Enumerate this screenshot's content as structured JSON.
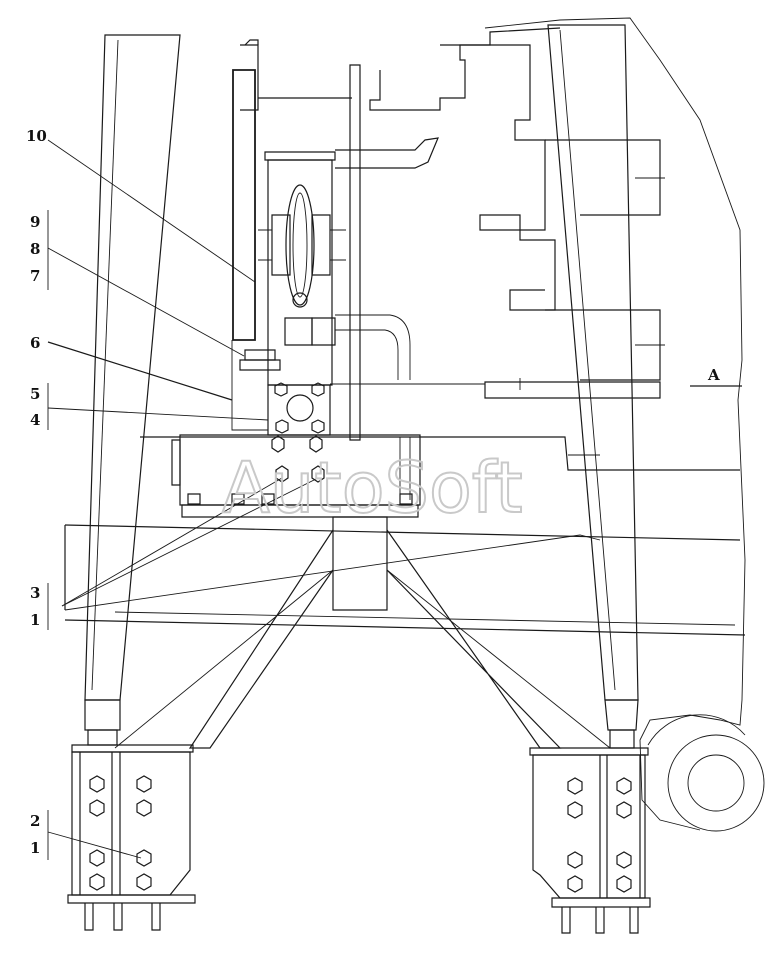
{
  "callouts": {
    "c10": "10",
    "c9": "9",
    "c8": "8",
    "c7": "7",
    "c6": "6",
    "c5": "5",
    "c4": "4",
    "c3": "3",
    "c1a": "1",
    "c2": "2",
    "c1b": "1"
  },
  "view_label": "A",
  "watermark": "AutoSoft"
}
